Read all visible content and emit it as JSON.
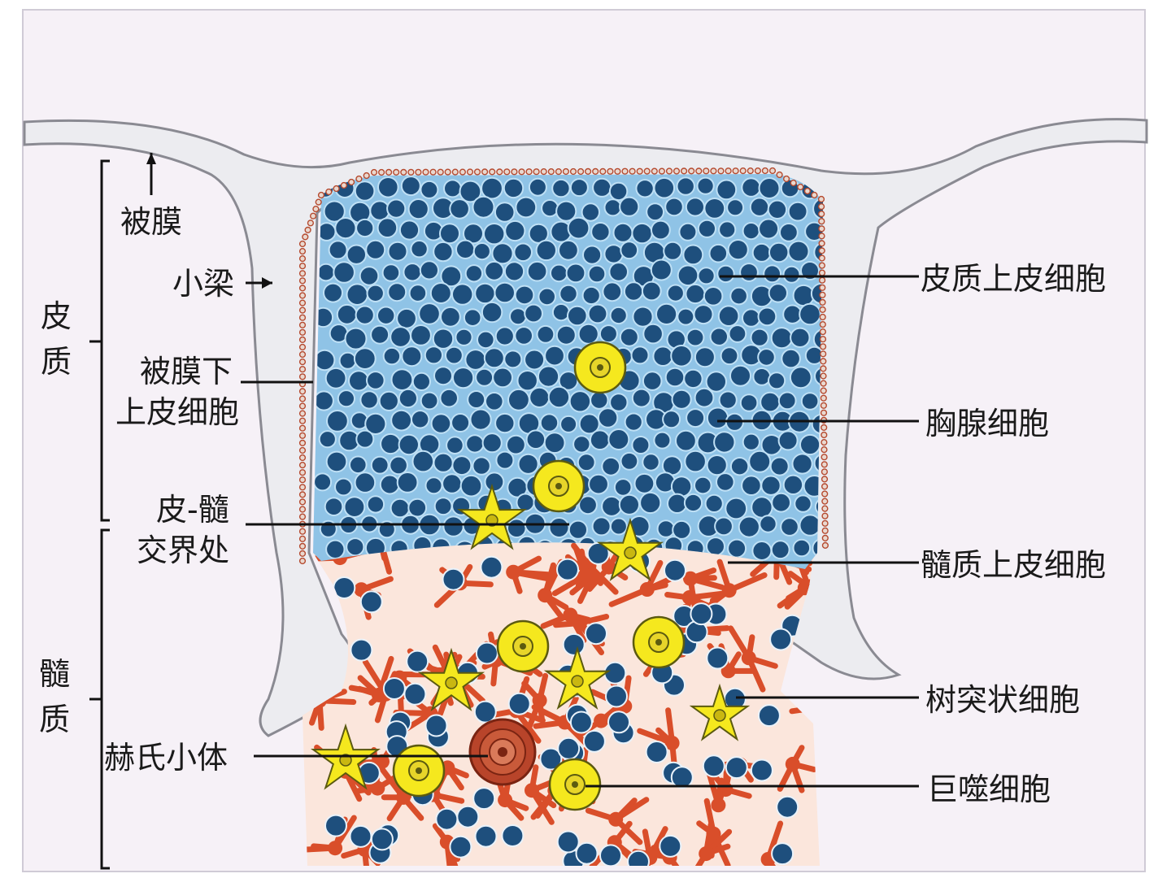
{
  "labels": {
    "capsule": "被膜",
    "trabecula": "小梁",
    "cortex_1": "皮",
    "cortex_2": "质",
    "subcapsular_1": "被膜下",
    "subcapsular_2": "上皮细胞",
    "cm_junction_1": "皮-髓",
    "cm_junction_2": "交界处",
    "medulla_1": "髓",
    "medulla_2": "质",
    "hassall": "赫氏小体",
    "cortical_epithelial": "皮质上皮细胞",
    "thymocyte": "胸腺细胞",
    "medullary_epithelial": "髓质上皮细胞",
    "dendritic": "树突状细胞",
    "macrophage": "巨噬细胞"
  },
  "colors": {
    "background": "#f6f1f7",
    "capsule_fill": "#ececf0",
    "capsule_stroke": "#8a8a92",
    "cortex": "#8fc3e6",
    "thymocyte": "#1e4f7d",
    "medulla": "#fbe6dc",
    "medullary_epithelial": "#d94e2a",
    "macrophage": "#f5e81e",
    "hassall": "#b8442a"
  }
}
